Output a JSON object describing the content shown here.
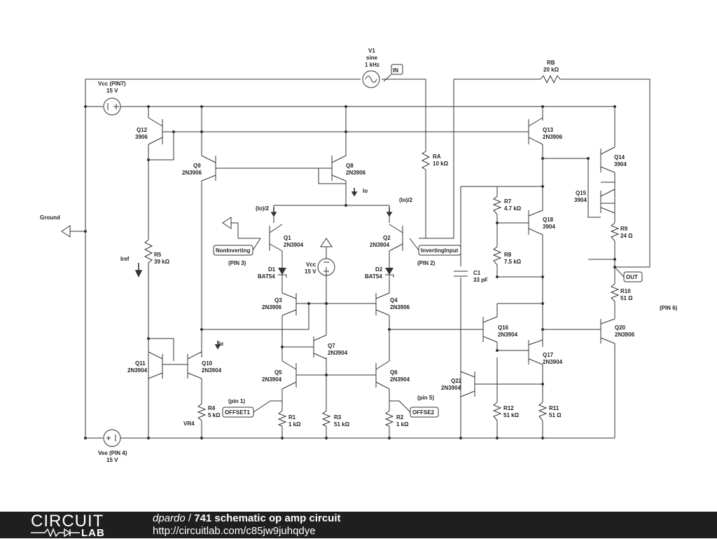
{
  "schematic": {
    "labels": {
      "v1": "V1",
      "v1_type": "sine",
      "v1_freq": "1 kHz",
      "in_tag": "IN",
      "rb": "RB",
      "rb_val": "20 kΩ",
      "vcc": "Vcc (PIN7)",
      "vcc_val": "15 V",
      "vee": "Vee (PIN 4)",
      "vee_val": "15 V",
      "ground": "Ground",
      "q12": "Q12",
      "q12_part": "3906",
      "q13": "Q13",
      "q13_part": "2N3906",
      "q14": "Q14",
      "q14_part": "3904",
      "q15": "Q15",
      "q15_part": "3904",
      "q9": "Q9",
      "q9_part": "2N3906",
      "q8": "Q8",
      "q8_part": "2N3906",
      "ra": "RA",
      "ra_val": "10 kΩ",
      "io": "Io",
      "io2": "Io",
      "io_half_left": "(Io)/2",
      "io_half_right": "(Io)/2",
      "q1": "Q1",
      "q1_part": "2N3904",
      "q2": "Q2",
      "q2_part": "2N3904",
      "noninv_tag": "NonInverting",
      "inv_tag": "InvertingInput",
      "pin3": "(PIN 3)",
      "pin2": "(PIN 2)",
      "pin6": "(PIN 6)",
      "d1": "D1",
      "d1_part": "BAT54",
      "d2": "D2",
      "d2_part": "BAT54",
      "vcc_mid": "Vcc",
      "vcc_mid_val": "15 V",
      "r7": "R7",
      "r7_val": "4.7 kΩ",
      "r8": "R8",
      "r8_val": "7.5 kΩ",
      "q18": "Q18",
      "q18_part": "3904",
      "c1": "C1",
      "c1_val": "33 pF",
      "r9": "R9",
      "r9_val": "24 Ω",
      "out_tag": "OUT",
      "r10": "R10",
      "r10_val": "51 Ω",
      "iref": "Iref",
      "r5": "R5",
      "r5_val": "39 kΩ",
      "q3": "Q3",
      "q3_part": "2N3906",
      "q4": "Q4",
      "q4_part": "2N3906",
      "q16": "Q16",
      "q16_part": "2N3904",
      "q20": "Q20",
      "q20_part": "2N3906",
      "q7": "Q7",
      "q7_part": "2N3904",
      "q11": "Q11",
      "q11_part": "2N3904",
      "q10": "Q10",
      "q10_part": "2N3904",
      "q17": "Q17",
      "q17_part": "2N3904",
      "q5": "Q5",
      "q5_part": "2N3904",
      "q6": "Q6",
      "q6_part": "2N3904",
      "q22": "Q22",
      "q22_part": "2N3904",
      "pin1": "(pin 1)",
      "pin5": "(pin 5)",
      "offset1_tag": "OFFSET1",
      "offset2_tag": "OFFSE2",
      "r4": "R4",
      "r4_val": "5 kΩ",
      "vr4": "VR4",
      "r1": "R1",
      "r1_val": "1 kΩ",
      "r3": "R3",
      "r3_val": "51 kΩ",
      "r2": "R2",
      "r2_val": "1 kΩ",
      "r12": "R12",
      "r12_val": "51 kΩ",
      "r11": "R11",
      "r11_val": "51 Ω"
    }
  },
  "footer": {
    "logo_top": "CIRCUIT",
    "logo_bottom": "LAB",
    "author": "dpardo",
    "separator": " / ",
    "title": "741 schematic op amp circuit",
    "url": "http://circuitlab.com/c85jw9juhqdye"
  }
}
